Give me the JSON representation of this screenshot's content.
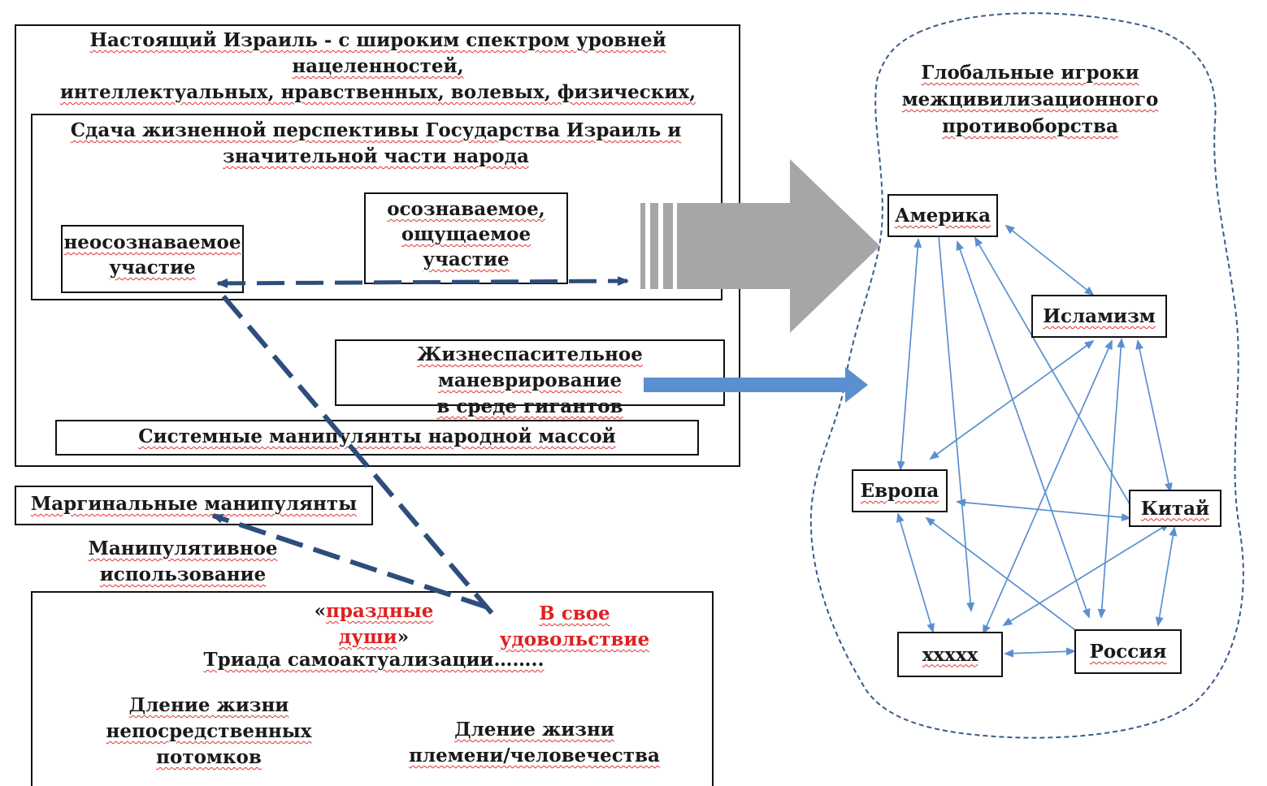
{
  "left": {
    "israel_title": [
      "Настоящий Израиль - с широким спектром уровней нацеленностей,",
      "интеллектуальных, нравственных, волевых, физических,",
      "имущественных ресурсов"
    ],
    "surrender_title": [
      "Сдача жизненной перспективы Государства Израиль и",
      "значительной части народа"
    ],
    "unconscious": [
      "неосознаваемое",
      "участие"
    ],
    "conscious": [
      "осознаваемое,",
      "ощущаемое",
      "участие"
    ],
    "maneuver": [
      "Жизнеспасительное маневрирование",
      "в среде гигантов"
    ],
    "system_manipulants": "Системные манипулянты народной массой",
    "marginal_manipulants": "Маргинальные манипулянты",
    "manipulative_use": [
      "Манипулятивное",
      "использование"
    ],
    "idle_souls_open": "«",
    "idle_souls": "праздные души",
    "idle_souls_close": "»",
    "for_pleasure": [
      "В свое",
      "удовольствие"
    ],
    "triad": "Триада самоактуализации……..",
    "life_descendants": [
      "Дление жизни",
      "непосредственных потомков"
    ],
    "life_tribe": [
      "Дление жизни",
      "племени/человечества"
    ]
  },
  "right": {
    "title": [
      "Глобальные игроки",
      "межцивилизационного",
      "противоборства"
    ],
    "nodes": {
      "america": "Америка",
      "islamism": "Исламизм",
      "europe": "Европа",
      "china": "Китай",
      "xxxxx": "ххххх",
      "russia": "Россия"
    }
  },
  "colors": {
    "arrow_blue": "#5b8fd0",
    "dash_navy": "#2e4d7c",
    "gray_arrow": "#a6a6a6",
    "red_text": "#e02020",
    "border_dash": "#3a5a8a"
  }
}
